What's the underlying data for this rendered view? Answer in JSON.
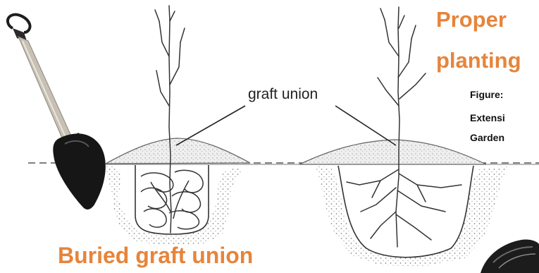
{
  "diagram": {
    "callout_label": "graft union",
    "heading_top_line1": "Proper",
    "heading_top_line2": "planting",
    "heading_bottom": "Buried graft union",
    "credit_lines": [
      "Figure:",
      "Extensi",
      "Garden"
    ],
    "colors": {
      "heading": "#e7843a",
      "line_art": "#222222",
      "soil_mound": "#d7d7d7",
      "shovel_blade": "#1b1b1b",
      "shovel_handle": "#b9b2a6"
    },
    "icons": [
      "shovel-icon",
      "tree-sapling-icon",
      "tool-corner-icon"
    ]
  }
}
